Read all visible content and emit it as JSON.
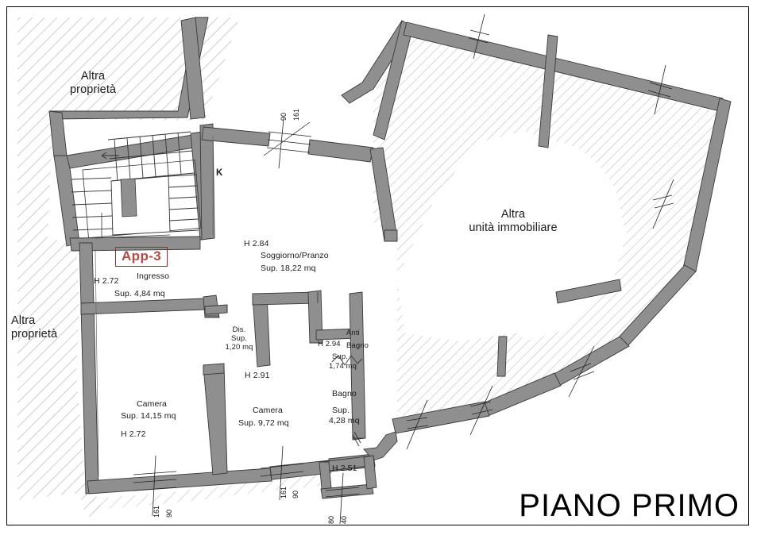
{
  "document": {
    "title": "PIANO PRIMO",
    "unit_tag": "App-3",
    "accent_color": "#b34a44",
    "wall_color": "#8f8f8f",
    "hatch_color": "#b9b9b9",
    "ink_color": "#1a1a1a"
  },
  "neighbors": [
    {
      "id": "altra-proprieta-top",
      "line1": "Altra",
      "line2": "proprietà"
    },
    {
      "id": "altra-proprieta-left",
      "line1": "Altra",
      "line2": "proprietà"
    },
    {
      "id": "altra-unita",
      "line1": "Altra",
      "line2": "unità immobiliare"
    }
  ],
  "markers": [
    {
      "id": "kitchen-marker",
      "label": "K"
    }
  ],
  "rooms": [
    {
      "id": "ingresso",
      "name": "Ingresso",
      "height": "H 2.72",
      "area": "Sup. 4,84 mq"
    },
    {
      "id": "soggiorno-pranzo",
      "name": "Soggiorno/Pranzo",
      "height": "H 2.84",
      "area": "Sup. 18,22 mq"
    },
    {
      "id": "camera-1",
      "name": "Camera",
      "height": "H 2.72",
      "area": "Sup. 14,15 mq"
    },
    {
      "id": "camera-2",
      "name": "Camera",
      "height": "H 2.91",
      "area": "Sup. 9,72 mq"
    },
    {
      "id": "disimpegno",
      "name": "Dis.",
      "area_label": "Sup.",
      "area": "1,20 mq"
    },
    {
      "id": "anti-bagno",
      "name_line1": "Anti",
      "name_line2": "Bagno",
      "height": "H 2.94",
      "area_label": "Sup.",
      "area": "1,74 mq"
    },
    {
      "id": "bagno",
      "name": "Bagno",
      "area_label": "Sup.",
      "area": "4,28 mq"
    },
    {
      "id": "locale-h251",
      "height": "H 2.51"
    }
  ],
  "openings": [
    {
      "id": "window-top-kitchen",
      "width": "90",
      "height": "161"
    },
    {
      "id": "window-bottom-camera1",
      "width": "90",
      "height": "161"
    },
    {
      "id": "window-bottom-camera2",
      "width": "90",
      "height": "161"
    },
    {
      "id": "window-bottom-bagno",
      "width": "80",
      "height": "40"
    }
  ]
}
